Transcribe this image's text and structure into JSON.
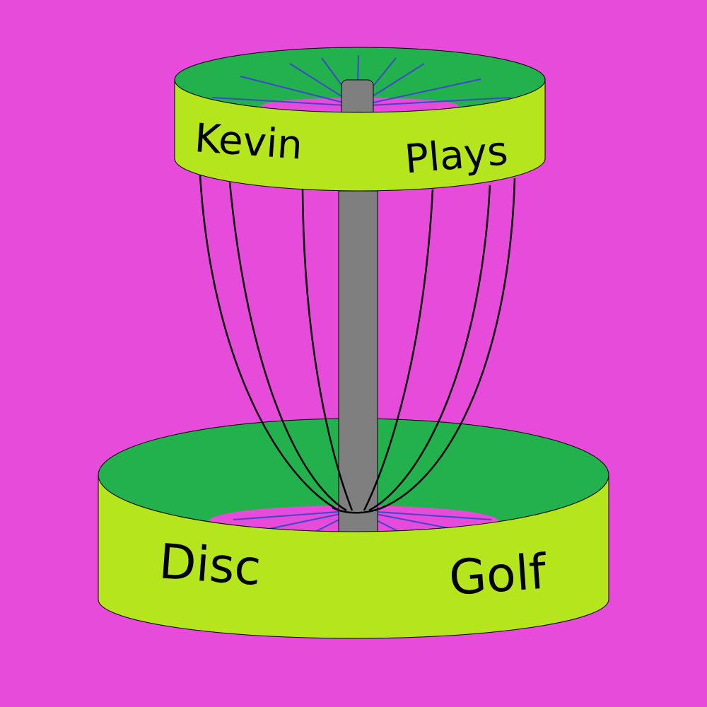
{
  "logo": {
    "words": {
      "top_left": "Kevin",
      "top_right": "Plays",
      "bottom_left": "Disc",
      "bottom_right": "Golf"
    }
  },
  "colors": {
    "background": "#e64bd9",
    "band": "#b5e61d",
    "inner": "#22b14c",
    "pole": "#7f7f7f",
    "chains": "#000000",
    "spokes": "#3f48cc"
  },
  "icons": {
    "main": "disc-golf-basket-icon"
  }
}
